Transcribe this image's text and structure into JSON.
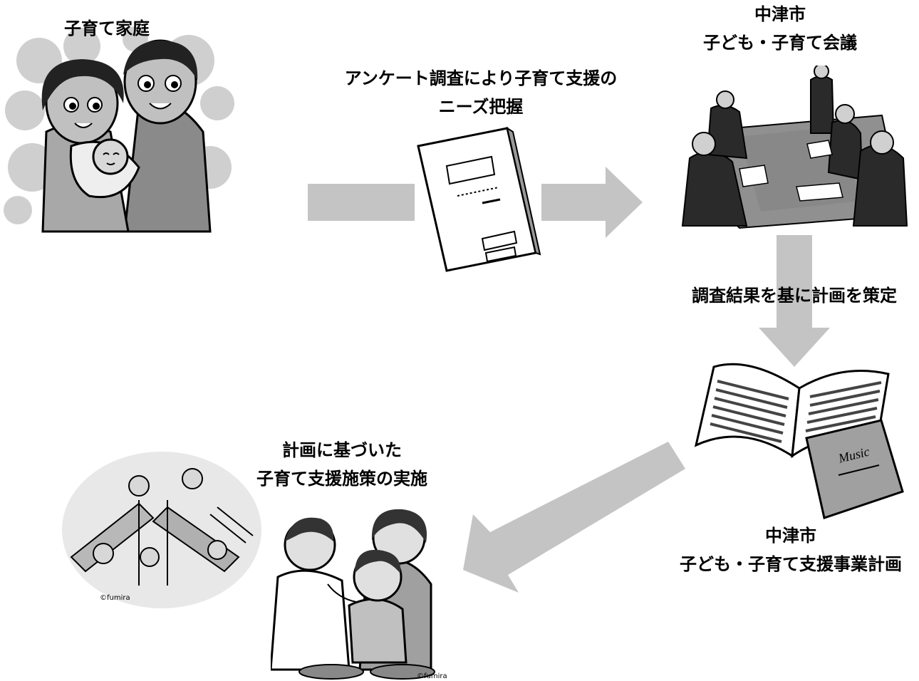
{
  "nodes": {
    "family": {
      "title": "子育て家庭"
    },
    "survey": {
      "line1": "アンケート調査により子育て支援の",
      "line2": "ニーズ把握"
    },
    "council": {
      "line1": "中津市",
      "line2": "子ども・子育て会議"
    },
    "plan_step": {
      "label": "調査結果を基に計画を策定"
    },
    "plan": {
      "line1": "中津市",
      "line2": "子ども・子育て支援事業計画"
    },
    "implement": {
      "line1": "計画に基づいた",
      "line2": "子育て支援施策の実施"
    }
  },
  "illustrations": {
    "book_tag": "Music",
    "copyright_1": "©fumira",
    "copyright_2": "©fumira"
  },
  "colors": {
    "arrow": "#c4c4c4",
    "ink": "#000000",
    "fill_dark": "#707070",
    "fill_mid": "#a8a8a8",
    "fill_light": "#d8d8d8"
  }
}
